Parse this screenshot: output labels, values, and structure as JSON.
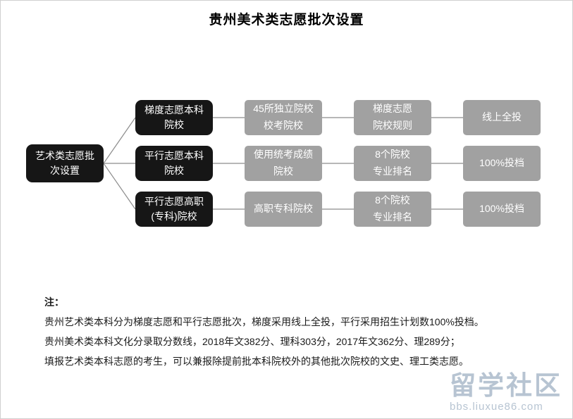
{
  "page": {
    "title": "贵州美术类志愿批次设置"
  },
  "diagram": {
    "root": {
      "label": "艺术类志愿批\n次设置"
    },
    "rows": [
      {
        "level1": "梯度志愿本科\n院校",
        "level2": "45所独立院校\n校考院校",
        "level3": "梯度志愿\n院校规则",
        "level4": "线上全投"
      },
      {
        "level1": "平行志愿本科\n院校",
        "level2": "使用统考成绩\n院校",
        "level3": "8个院校\n专业排名",
        "level4": "100%投档"
      },
      {
        "level1": "平行志愿高职\n(专科)院校",
        "level2": "高职专科院校",
        "level3": "8个院校\n专业排名",
        "level4": "100%投档"
      }
    ]
  },
  "notes": {
    "label": "注：",
    "lines": [
      "贵州艺术类本科分为梯度志愿和平行志愿批次，梯度采用线上全投，平行采用招生计划数100%投档。",
      "贵州美术类本科文化分录取分数线，2018年文382分、理科303分，2017年文362分、理289分；",
      "填报艺术类本科志愿的考生，可以兼报除提前批本科院校外的其他批次院校的文史、理工类志愿。"
    ]
  },
  "watermark": {
    "site_name": "留学社区",
    "site_url": "bbs.liuxue86.com"
  },
  "colors": {
    "node_dark": "#161616",
    "node_gray": "#a1a1a1",
    "note_label_red": "#cc0000",
    "watermark_blue": "#b7c4d2",
    "connector_gray": "#8c8c8c"
  }
}
